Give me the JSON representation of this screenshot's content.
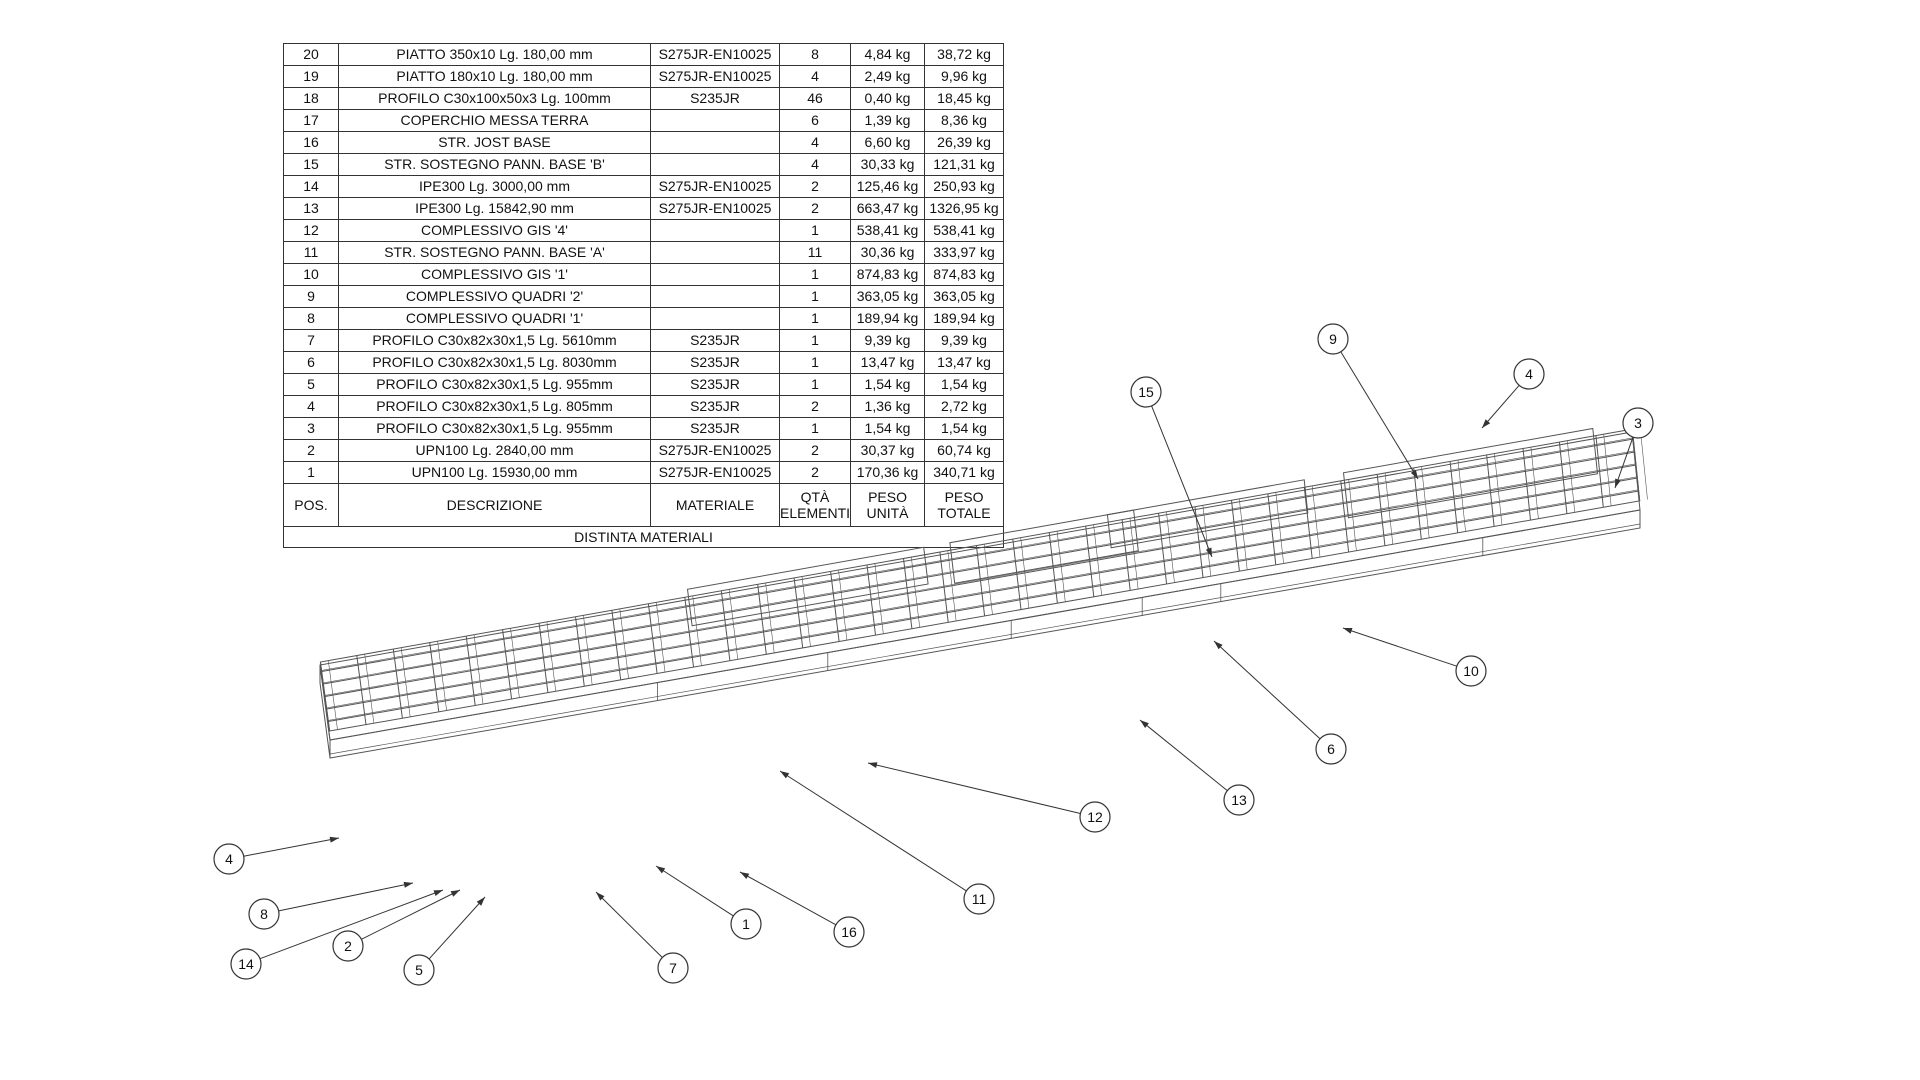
{
  "bom": {
    "rows": [
      {
        "pos": "20",
        "desc": "PIATTO 350x10 Lg. 180,00 mm",
        "mat": "S275JR-EN10025",
        "qty": "8",
        "unit": "4,84 kg",
        "total": "38,72 kg"
      },
      {
        "pos": "19",
        "desc": "PIATTO 180x10 Lg. 180,00 mm",
        "mat": "S275JR-EN10025",
        "qty": "4",
        "unit": "2,49 kg",
        "total": "9,96 kg"
      },
      {
        "pos": "18",
        "desc": "PROFILO C30x100x50x3 Lg. 100mm",
        "mat": "S235JR",
        "qty": "46",
        "unit": "0,40 kg",
        "total": "18,45 kg"
      },
      {
        "pos": "17",
        "desc": "COPERCHIO MESSA TERRA",
        "mat": "",
        "qty": "6",
        "unit": "1,39 kg",
        "total": "8,36 kg"
      },
      {
        "pos": "16",
        "desc": "STR. JOST BASE",
        "mat": "",
        "qty": "4",
        "unit": "6,60 kg",
        "total": "26,39 kg"
      },
      {
        "pos": "15",
        "desc": "STR. SOSTEGNO PANN. BASE 'B'",
        "mat": "",
        "qty": "4",
        "unit": "30,33 kg",
        "total": "121,31 kg"
      },
      {
        "pos": "14",
        "desc": "IPE300 Lg. 3000,00 mm",
        "mat": "S275JR-EN10025",
        "qty": "2",
        "unit": "125,46 kg",
        "total": "250,93 kg"
      },
      {
        "pos": "13",
        "desc": "IPE300 Lg. 15842,90 mm",
        "mat": "S275JR-EN10025",
        "qty": "2",
        "unit": "663,47 kg",
        "total": "1326,95 kg"
      },
      {
        "pos": "12",
        "desc": "COMPLESSIVO GIS '4'",
        "mat": "",
        "qty": "1",
        "unit": "538,41 kg",
        "total": "538,41 kg"
      },
      {
        "pos": "11",
        "desc": "STR. SOSTEGNO PANN. BASE 'A'",
        "mat": "",
        "qty": "11",
        "unit": "30,36 kg",
        "total": "333,97 kg"
      },
      {
        "pos": "10",
        "desc": "COMPLESSIVO GIS '1'",
        "mat": "",
        "qty": "1",
        "unit": "874,83 kg",
        "total": "874,83 kg"
      },
      {
        "pos": "9",
        "desc": "COMPLESSIVO QUADRI '2'",
        "mat": "",
        "qty": "1",
        "unit": "363,05 kg",
        "total": "363,05 kg"
      },
      {
        "pos": "8",
        "desc": "COMPLESSIVO QUADRI '1'",
        "mat": "",
        "qty": "1",
        "unit": "189,94 kg",
        "total": "189,94 kg"
      },
      {
        "pos": "7",
        "desc": "PROFILO C30x82x30x1,5 Lg. 5610mm",
        "mat": "S235JR",
        "qty": "1",
        "unit": "9,39 kg",
        "total": "9,39 kg"
      },
      {
        "pos": "6",
        "desc": "PROFILO C30x82x30x1,5 Lg. 8030mm",
        "mat": "S235JR",
        "qty": "1",
        "unit": "13,47 kg",
        "total": "13,47 kg"
      },
      {
        "pos": "5",
        "desc": "PROFILO C30x82x30x1,5 Lg. 955mm",
        "mat": "S235JR",
        "qty": "1",
        "unit": "1,54 kg",
        "total": "1,54 kg"
      },
      {
        "pos": "4",
        "desc": "PROFILO C30x82x30x1,5 Lg. 805mm",
        "mat": "S235JR",
        "qty": "2",
        "unit": "1,36 kg",
        "total": "2,72 kg"
      },
      {
        "pos": "3",
        "desc": "PROFILO C30x82x30x1,5 Lg. 955mm",
        "mat": "S235JR",
        "qty": "1",
        "unit": "1,54 kg",
        "total": "1,54 kg"
      },
      {
        "pos": "2",
        "desc": "UPN100 Lg. 2840,00 mm",
        "mat": "S275JR-EN10025",
        "qty": "2",
        "unit": "30,37 kg",
        "total": "60,74 kg"
      },
      {
        "pos": "1",
        "desc": "UPN100 Lg. 15930,00 mm",
        "mat": "S275JR-EN10025",
        "qty": "2",
        "unit": "170,36 kg",
        "total": "340,71 kg"
      }
    ],
    "header": {
      "pos": "POS.",
      "desc": "DESCRIZIONE",
      "mat": "MATERIALE",
      "qty_1": "QTÀ",
      "qty_2": "ELEMENTI",
      "unit_1": "PESO",
      "unit_2": "UNITÀ",
      "total_1": "PESO",
      "total_2": "TOTALE"
    },
    "caption": "DISTINTA MATERIALI"
  },
  "balloons": [
    "9",
    "4",
    "15",
    "3",
    "10",
    "6",
    "13",
    "12",
    "11",
    "16",
    "1",
    "7",
    "4",
    "8",
    "14",
    "2",
    "5"
  ],
  "colors": {
    "line": "#333333",
    "frame": "#555555",
    "paper": "#ffffff"
  }
}
